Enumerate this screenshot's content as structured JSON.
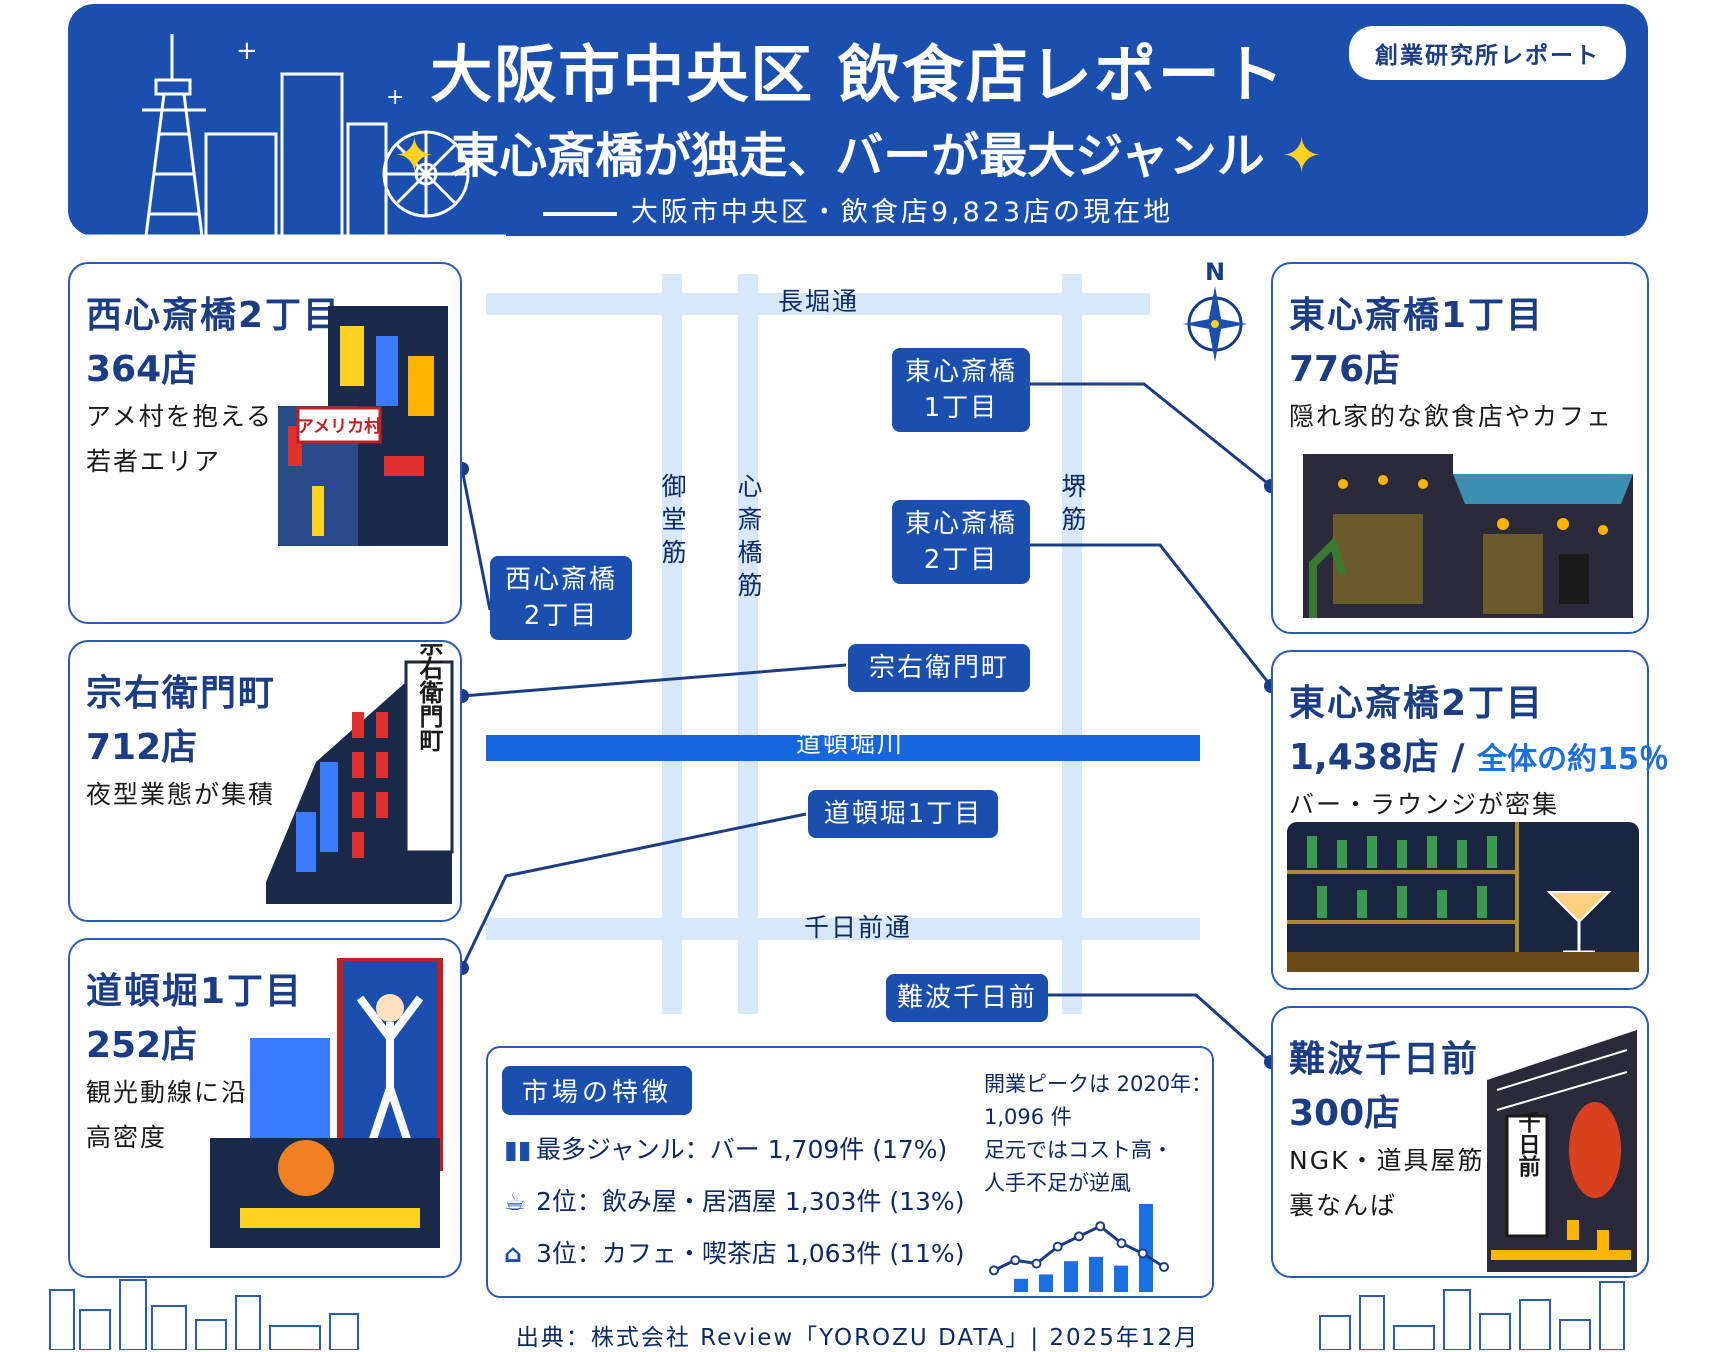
{
  "header": {
    "title": "大阪市中央区 飲食店レポート",
    "subtitle": "東心斎橋が独走、バーが最大ジャンル",
    "tagline": "大阪市中央区・飲食店9,823店の現在地",
    "badge": "創業研究所レポート",
    "spark": "✦"
  },
  "map": {
    "north": "N",
    "streets": {
      "nagahori": "長堀通",
      "sennichimae": "千日前通",
      "midosuji": "御堂筋",
      "shinsaibashisuji": "心斎橋筋",
      "sakaisuji": "堺筋",
      "river": "道頓堀川"
    },
    "tags": {
      "higashi1": "東心斎橋\n1丁目",
      "higashi2": "東心斎橋\n2丁目",
      "nishi2": "西心斎橋\n2丁目",
      "soemon": "宗右衛門町",
      "dotonbori": "道頓堀1丁目",
      "namba": "難波千日前"
    }
  },
  "cards": {
    "nishi2": {
      "name": "西心斎橋2丁目",
      "count": "364店",
      "desc1": "アメ村を抱える",
      "desc2": "若者エリア",
      "sign": "アメリカ村"
    },
    "soemon": {
      "name": "宗右衛門町",
      "count": "712店",
      "desc1": "夜型業態が集積",
      "sign": "宗右衛門町"
    },
    "dotonbori": {
      "name": "道頓堀1丁目",
      "count": "252店",
      "desc1": "観光動線に沿って",
      "desc2": "高密度"
    },
    "higashi1": {
      "name": "東心斎橋1丁目",
      "count": "776店",
      "desc1": "隠れ家的な飲食店やカフェ"
    },
    "higashi2": {
      "name": "東心斎橋2丁目",
      "count": "1,438店",
      "sep": " / ",
      "share": "全体の約15％",
      "desc1": "バー・ラウンジが密集"
    },
    "namba": {
      "name": "難波千日前",
      "count": "300店",
      "desc1": "NGK・道具屋筋・",
      "desc2": "裏なんば",
      "sign": "千日前"
    }
  },
  "market": {
    "title": "市場の特徴",
    "rows": [
      {
        "icon": "bar-chart-icon",
        "text": "最多ジャンル：バー 1,709件 (17%)"
      },
      {
        "icon": "cup-icon",
        "text": "2位：飲み屋・居酒屋 1,303件 (13%)"
      },
      {
        "icon": "shop-icon",
        "text": "3位：カフェ・喫茶店 1,063件 (11%)"
      }
    ],
    "note1": "開業ピークは 2020年：",
    "note2": "1,096 件",
    "note3": "足元ではコスト高・",
    "note4": "人手不足が逆風",
    "trend_line": [
      0.2,
      0.35,
      0.3,
      0.55,
      0.7,
      0.85,
      0.6,
      0.45,
      0.25
    ],
    "trend_bars": [
      0.15,
      0.2,
      0.35,
      0.4,
      0.3,
      1.0
    ]
  },
  "source": "出典：株式会社 Review「YOROZU DATA」| 2025年12月",
  "colors": {
    "brand": "#1a4fb0",
    "accent": "#1c6fe0",
    "river": "#1666e0",
    "road": "#d6e8fa",
    "spark": "#ffd21f"
  }
}
